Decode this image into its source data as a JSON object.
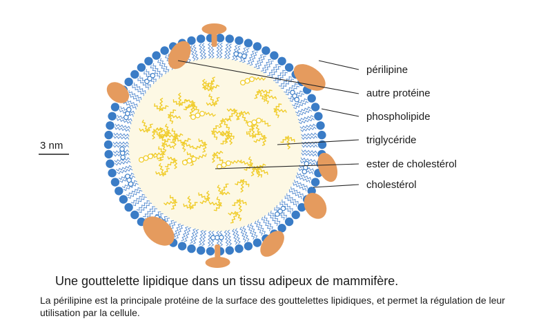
{
  "scale_bar": {
    "text": "3 nm"
  },
  "labels": [
    {
      "id": "perilipine",
      "text": "périlipine"
    },
    {
      "id": "autre-proteine",
      "text": "autre protéine"
    },
    {
      "id": "phospholipide",
      "text": "phospholipide"
    },
    {
      "id": "triglyceride",
      "text": "triglycéride"
    },
    {
      "id": "ester-cholesterol",
      "text": "ester de cholestérol"
    },
    {
      "id": "cholesterol",
      "text": "cholestérol"
    }
  ],
  "caption": {
    "title": "Une gouttelette lipidique dans un tissu adipeux de mammifère.",
    "body": "La périlipine est la principale protéine de la surface des gouttelettes lipidiques, et permet la régulation de leur utilisation par la cellule."
  },
  "colors": {
    "phospholipid_head": "#3a7cc6",
    "phospholipid_tail": "#5b8fd0",
    "protein": "#e59b5e",
    "core_fill": "#fdf8e4",
    "triglyceride": "#f0cc2a",
    "cholesterol": "#3a7cc6",
    "leader_line": "#222222"
  }
}
